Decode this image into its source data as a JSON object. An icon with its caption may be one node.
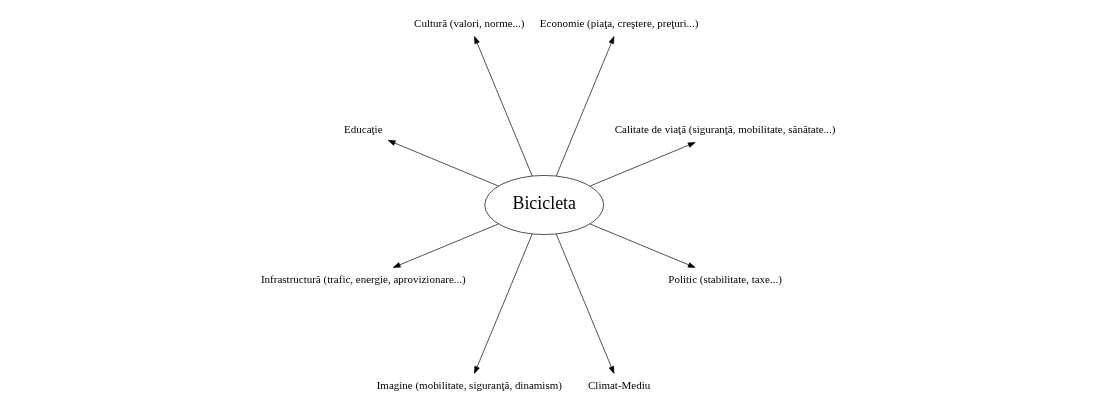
{
  "diagram": {
    "nodes": [
      {
        "text": [
          "Bicicleta"
        ]
      },
      {
        "text": [
          "Calitate de viaţă (siguranţă, mobilitate, sănătate...)"
        ]
      },
      {
        "text": [
          "Economie (piaţa, creştere, preţuri...)"
        ]
      },
      {
        "text": [
          "Cultură (valori, norme...)"
        ]
      },
      {
        "text": [
          "Educaţie"
        ]
      },
      {
        "text": [
          "Infrastructură (trafic, energie, aprovizionare...)"
        ]
      },
      {
        "text": [
          "Imagine (mobilitate, siguranţă, dinamism)"
        ]
      },
      {
        "text": [
          "Climat-Mediu"
        ]
      },
      {
        "text": [
          "Politic (stabilitate, taxe...)"
        ]
      }
    ],
    "edges": [
      {
        "from": 0,
        "to": 1,
        "arrow": "to"
      },
      {
        "from": 0,
        "to": 2,
        "arrow": "to"
      },
      {
        "from": 0,
        "to": 3,
        "arrow": "to"
      },
      {
        "from": 0,
        "to": 4,
        "arrow": "to"
      },
      {
        "from": 0,
        "to": 5,
        "arrow": "to"
      },
      {
        "from": 0,
        "to": 6,
        "arrow": "to"
      },
      {
        "from": 0,
        "to": 7,
        "arrow": "to"
      },
      {
        "from": 0,
        "to": 8,
        "arrow": "to"
      }
    ]
  }
}
